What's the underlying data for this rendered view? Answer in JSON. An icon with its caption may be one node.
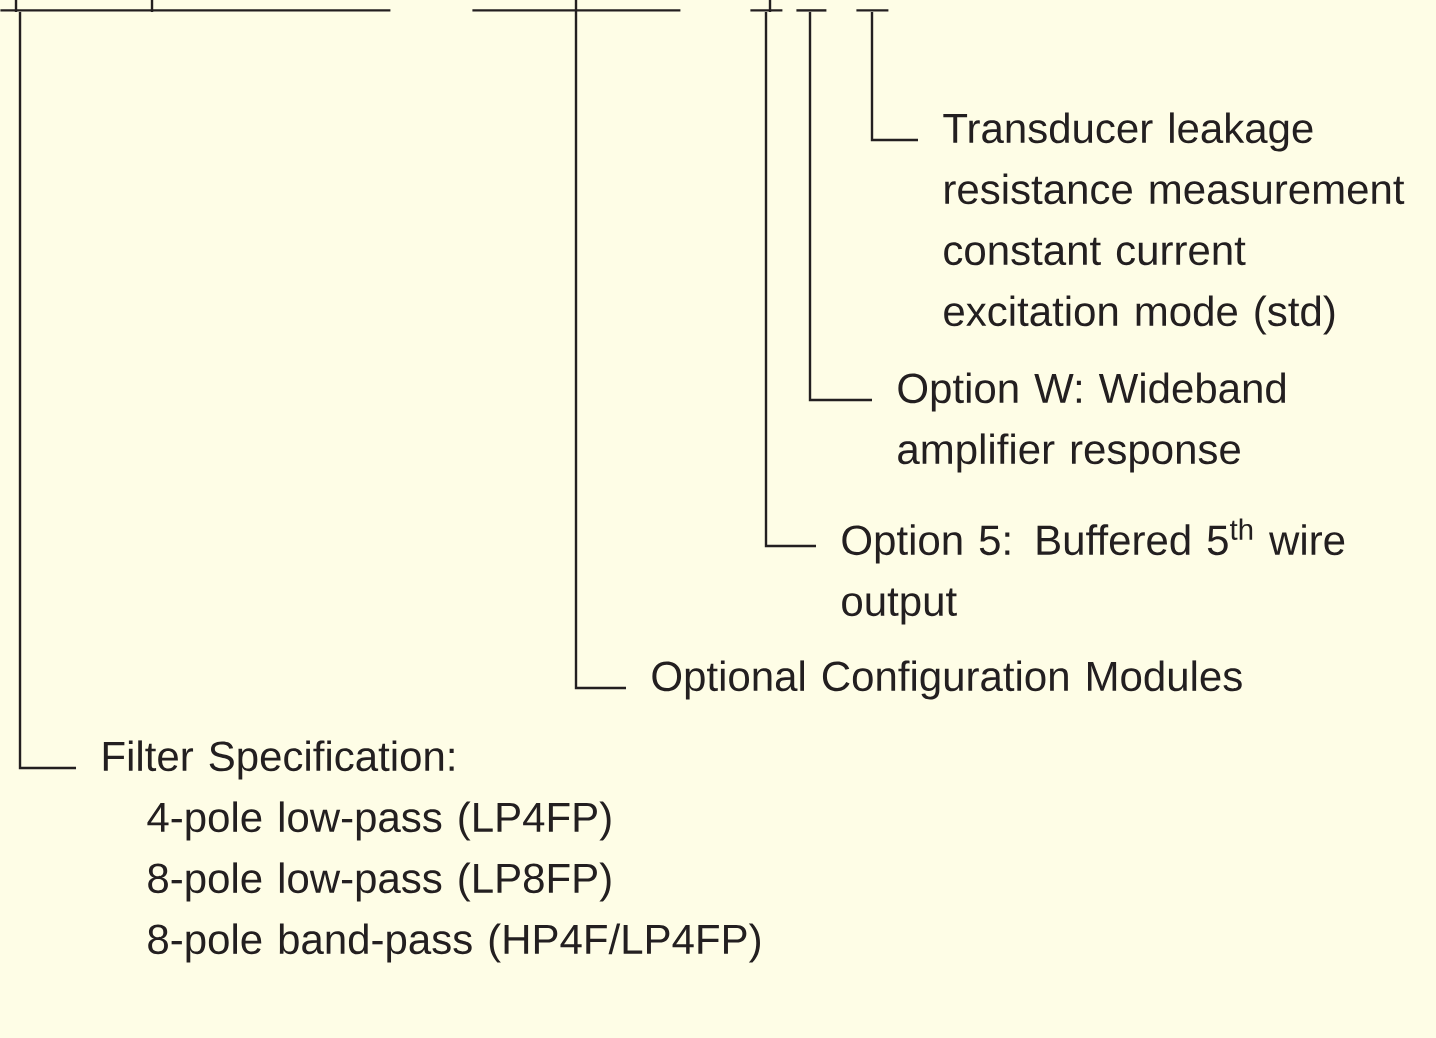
{
  "diagram": {
    "nodes": [
      {
        "text": [],
        "shape": "bar"
      },
      {
        "text": [],
        "shape": "bar"
      },
      {
        "text": [],
        "shape": "bar"
      },
      {
        "text": [],
        "shape": "bar"
      },
      {
        "text": [],
        "shape": "bar"
      },
      {
        "text": [
          "Transducer leakage resistance measurement constant current excitation mode (std)"
        ]
      },
      {
        "text": [
          "Option W: Wideband amplifier response"
        ]
      },
      {
        "text": [
          "Option 5: Buffered 5$^{th}$ wire output"
        ]
      },
      {
        "text": [
          "Optional Configuration Modules"
        ]
      },
      {
        "text": [
          "Filter Specification:",
          "4-pole low-pass (LP4FP)",
          "8-pole low-pass (LP8FP)",
          "8-pole band-pass (HP4F/LP4FP)"
        ]
      }
    ],
    "edges": [
      {
        "from": 5,
        "to": 4,
        "arrow": "none"
      },
      {
        "from": 6,
        "to": 3,
        "arrow": "none"
      },
      {
        "from": 7,
        "to": 2,
        "arrow": "none"
      },
      {
        "from": 8,
        "to": 1,
        "arrow": "none"
      },
      {
        "from": 9,
        "to": 0,
        "arrow": "none"
      }
    ]
  }
}
